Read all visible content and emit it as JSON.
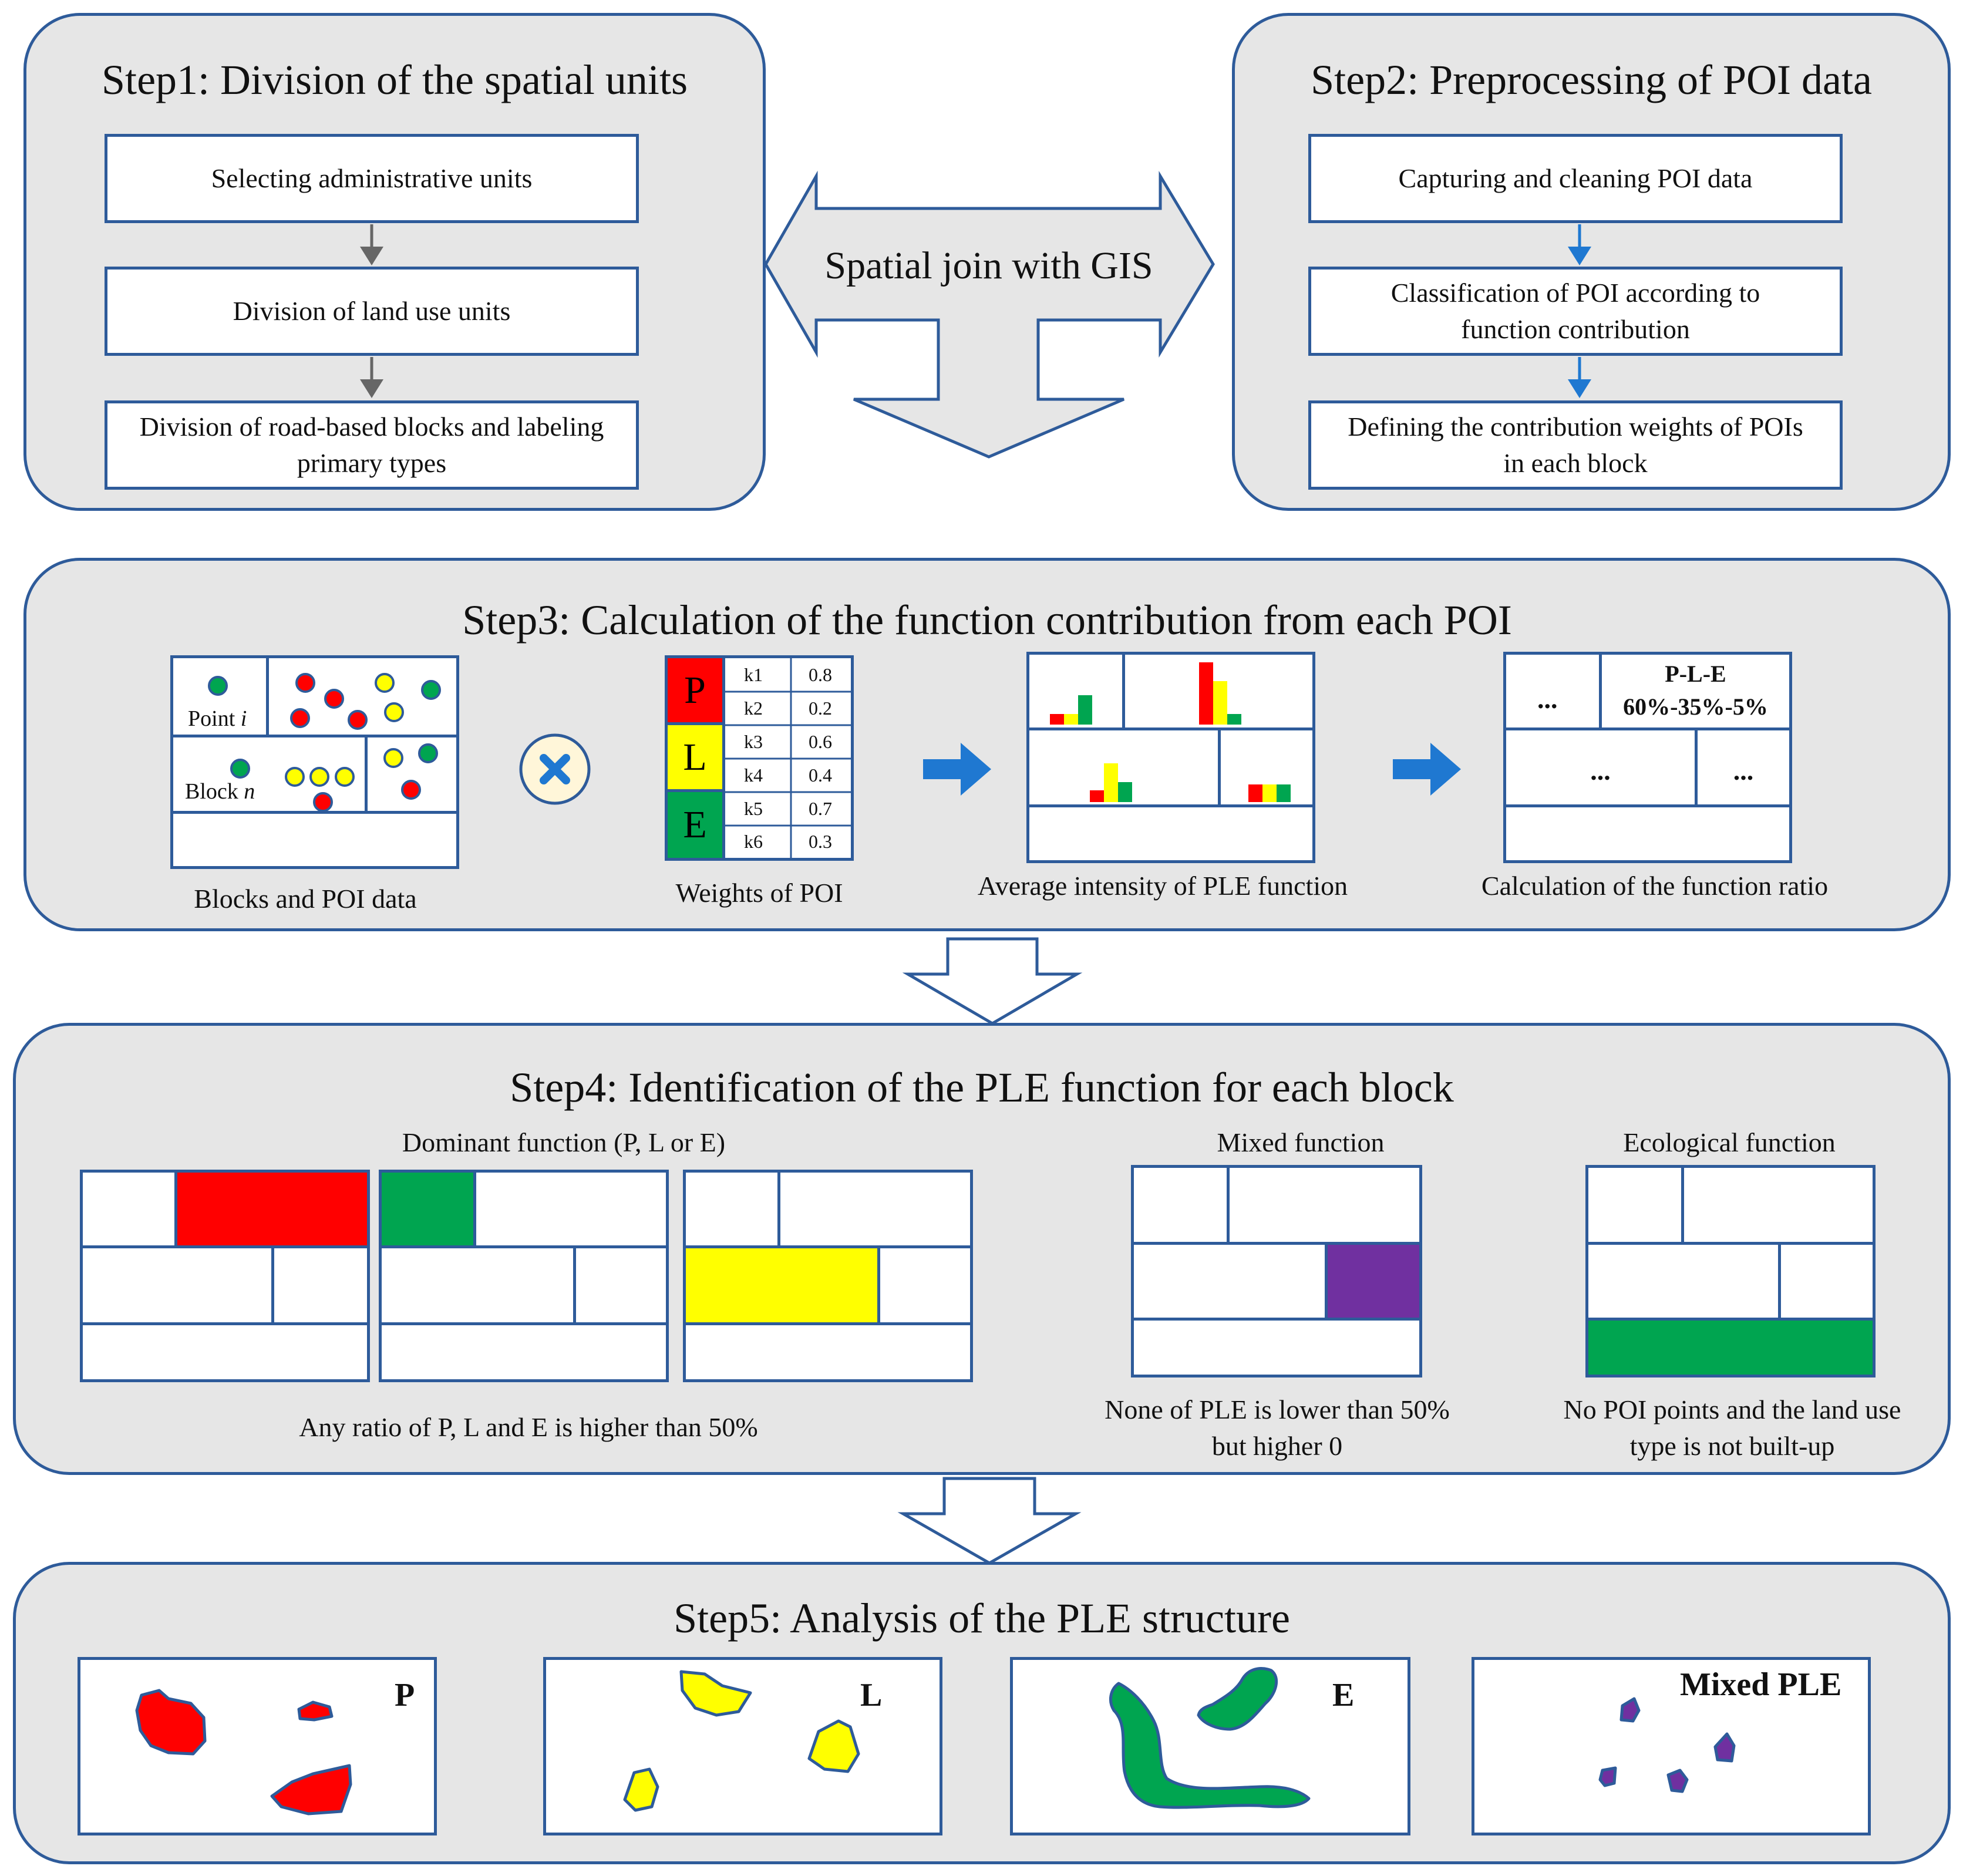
{
  "step1": {
    "title": "Step1: Division  of the spatial units",
    "boxes": [
      "Selecting administrative units",
      "Division of land use units",
      "Division of road-based blocks and labeling primary types"
    ]
  },
  "step2": {
    "title": "Step2: Preprocessing of POI data",
    "boxes": [
      "Capturing and cleaning POI data",
      "Classification of POI according to function contribution",
      "Defining the contribution weights of POIs in each block"
    ]
  },
  "spatial_join": "Spatial join with GIS",
  "step3": {
    "title": "Step3: Calculation  of the function contribution from each POI",
    "point_label": "Point ",
    "point_var": "i",
    "block_label": "Block ",
    "block_var": "n",
    "captions": [
      "Blocks and POI data",
      "Weights of POI",
      "Average  intensity of PLE function",
      "Calculation of the function ratio"
    ],
    "weights": [
      {
        "letter": "P",
        "color": "#ff0000",
        "rows": [
          [
            "k1",
            "0.8"
          ],
          [
            "k2",
            "0.2"
          ]
        ]
      },
      {
        "letter": "L",
        "color": "#ffff00",
        "rows": [
          [
            "k3",
            "0.6"
          ],
          [
            "k4",
            "0.4"
          ]
        ]
      },
      {
        "letter": "E",
        "color": "#00a550",
        "rows": [
          [
            "k5",
            "0.7"
          ],
          [
            "k6",
            "0.3"
          ]
        ]
      }
    ],
    "ratio_header": "P-L-E",
    "ratio_value": "60%-35%-5%",
    "ellipsis": "..."
  },
  "step4": {
    "title": "Step4: Identification  of the PLE function for each block",
    "dominant_label": "Dominant function (P, L or E)",
    "dominant_caption": "Any  ratio of P, L  and  E is higher than  50%",
    "mixed_label": "Mixed function",
    "mixed_caption": "None of PLE is lower than 50% but higher 0",
    "eco_label": "Ecological function",
    "eco_caption": "No POI points and the land use type is not built-up"
  },
  "step5": {
    "title": "Step5: Analysis of  the PLE structure",
    "labels": [
      "P",
      "L",
      "E",
      "Mixed  PLE"
    ]
  },
  "colors": {
    "border": "#2e5b9a",
    "panel": "#e6e6e6",
    "arrow": "#1f78d1",
    "red": "#ff0000",
    "yellow": "#ffff00",
    "green": "#00a550",
    "purple": "#7030a0"
  }
}
